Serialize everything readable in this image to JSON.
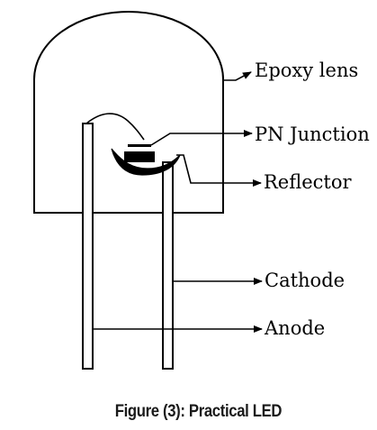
{
  "labels": {
    "epoxy_lens": "Epoxy lens",
    "pn_junction": "PN Junction",
    "reflector": "Reflector",
    "cathode": "Cathode",
    "anode": "Anode"
  },
  "caption": "Figure (3): Practical LED",
  "colors": {
    "stroke": "#000000",
    "background": "#ffffff"
  }
}
